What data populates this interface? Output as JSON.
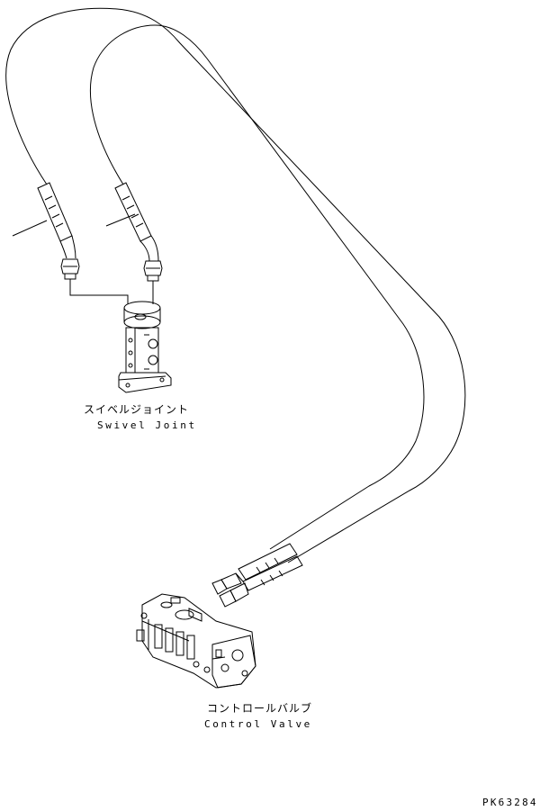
{
  "labels": {
    "swivel_joint_jp": "スイベルジョイント",
    "swivel_joint_en": "Swivel Joint",
    "control_valve_jp": "コントロールバルブ",
    "control_valve_en": "Control Valve",
    "part_code": "PK63284"
  },
  "colors": {
    "line": "#000000",
    "background": "#ffffff"
  }
}
